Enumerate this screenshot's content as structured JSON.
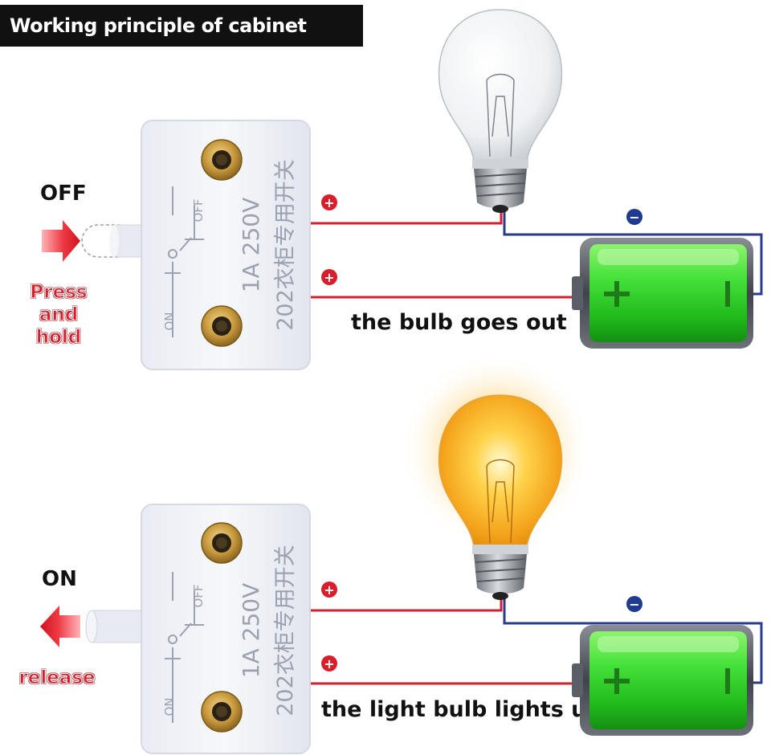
{
  "title": "Working principle of cabinet lamp",
  "top_panel": {
    "state": "OFF",
    "action": "Press and hold",
    "caption": "the bulb goes out",
    "bulb_lit": false
  },
  "bottom_panel": {
    "state": "ON",
    "action": "release",
    "caption": "the light bulb lights up",
    "bulb_lit": true
  },
  "switch_marking": {
    "rating": "1A  250V",
    "model": "202衣柜专用开关",
    "off_label": "OFF",
    "on_label": "ON"
  },
  "polarity": {
    "positive": "+",
    "negative": "−"
  },
  "colors": {
    "wire_positive": "#d2202f",
    "wire_negative": "#2a3a8c",
    "battery_green": "#3ed83a",
    "arrow_red": "#e8232f"
  }
}
